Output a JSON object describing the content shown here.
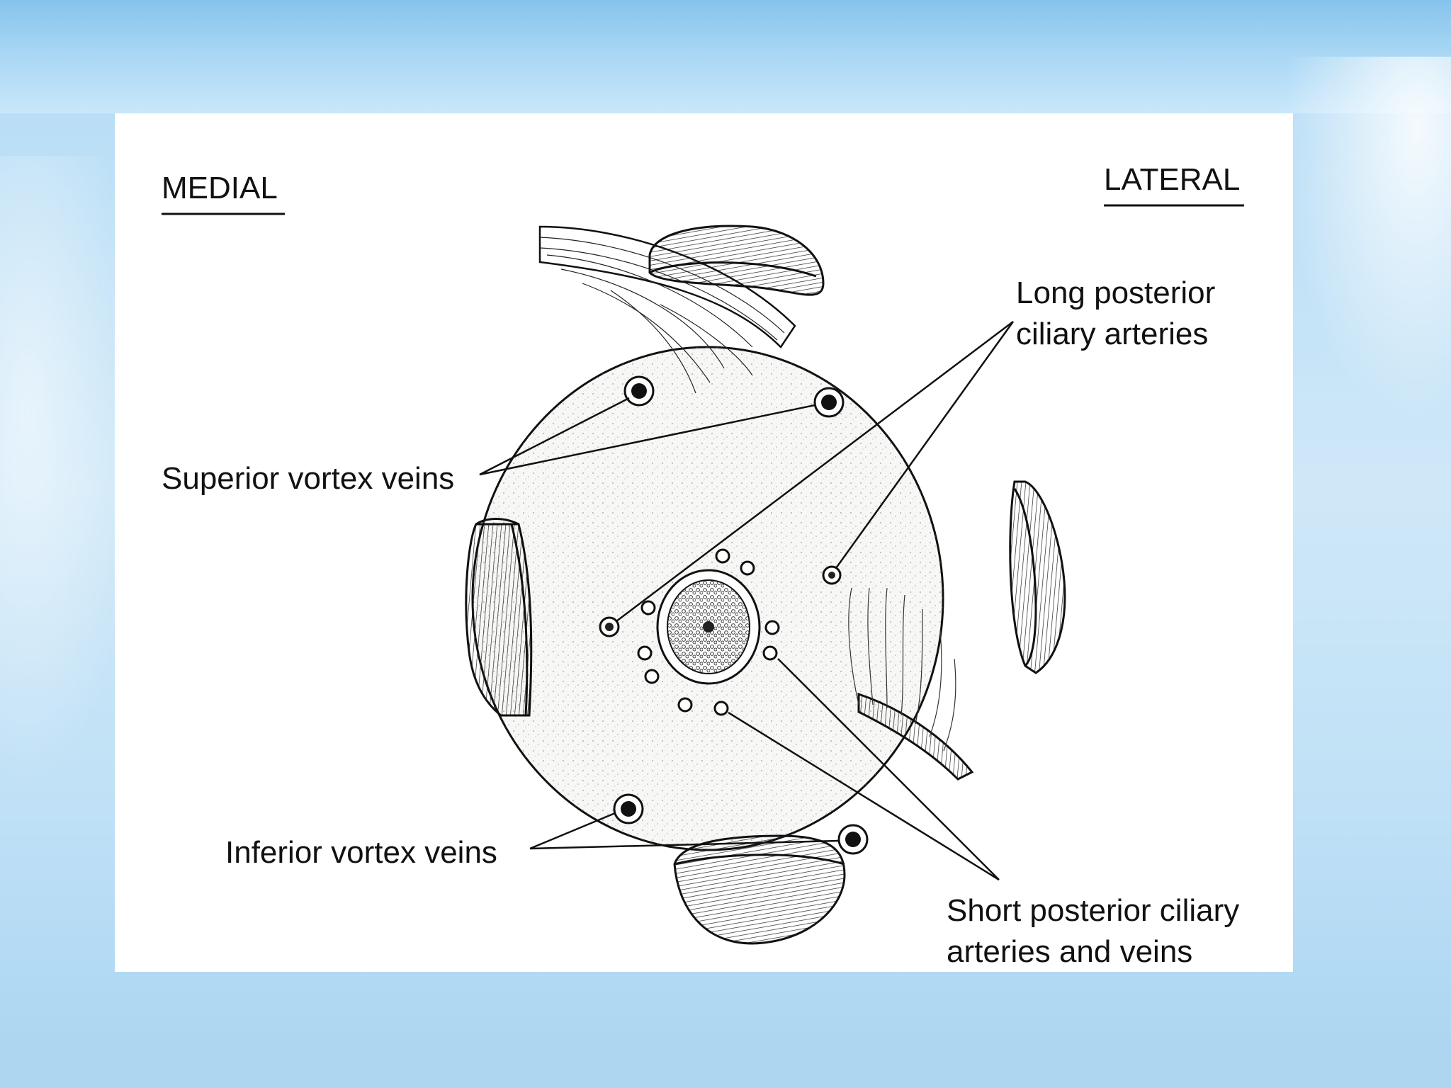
{
  "diagram": {
    "orientation": {
      "left": "MEDIAL",
      "right": "LATERAL"
    },
    "labels": {
      "long_posterior": [
        "Long posterior",
        "ciliary arteries"
      ],
      "superior_vortex": "Superior vortex veins",
      "inferior_vortex": "Inferior vortex veins",
      "short_posterior": [
        "Short posterior ciliary",
        "arteries and veins"
      ]
    },
    "colors": {
      "ink": "#111111",
      "panel": "#ffffff",
      "globe_fill": "#f6f6f4"
    }
  }
}
